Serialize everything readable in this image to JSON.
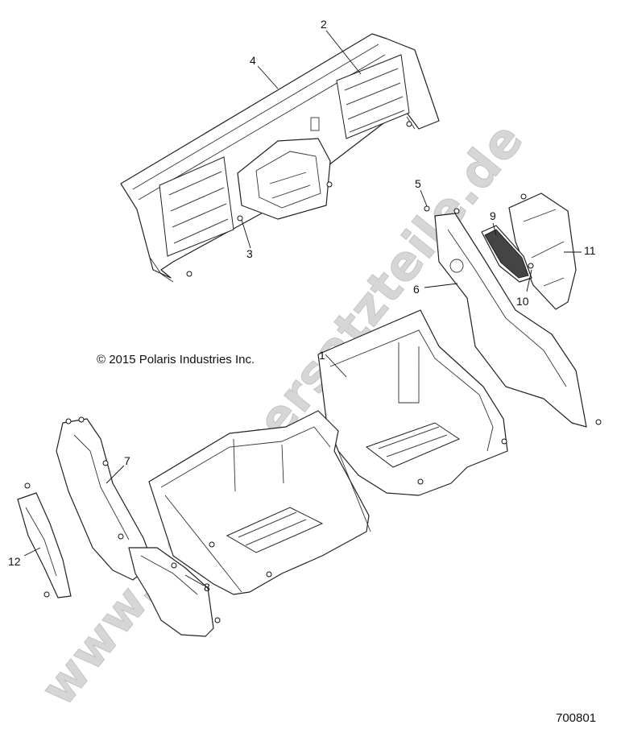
{
  "watermark": "www.polarisersatzteile.de",
  "copyright": "© 2015 Polaris Industries Inc.",
  "doc_number": "700801",
  "callouts": [
    "1",
    "2",
    "3",
    "4",
    "5",
    "6",
    "7",
    "8",
    "9",
    "10",
    "11",
    "12"
  ]
}
